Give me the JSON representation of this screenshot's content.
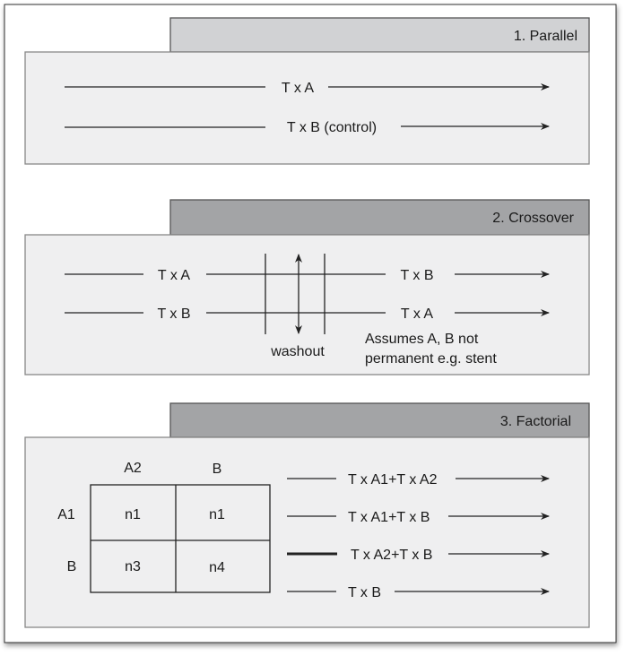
{
  "colors": {
    "header_light": "#d1d2d4",
    "header_dark": "#a3a4a6",
    "panel": "#efeff0",
    "line": "#222222"
  },
  "parallel": {
    "title": "1. Parallel",
    "rows": [
      "T x A",
      "T x B (control)"
    ]
  },
  "crossover": {
    "title": "2. Crossover",
    "rows": [
      {
        "first": "T x A",
        "second": "T x B"
      },
      {
        "first": "T x B",
        "second": "T x A"
      }
    ],
    "washout": "washout",
    "note_line1": "Assumes A, B not",
    "note_line2": "permanent e.g. stent"
  },
  "factorial": {
    "title": "3. Factorial",
    "col_headers": [
      "A2",
      "B"
    ],
    "row_headers": [
      "A1",
      "B"
    ],
    "cells": [
      [
        "n1",
        "n1"
      ],
      [
        "n3",
        "n4"
      ]
    ],
    "rows": [
      "T x A1+T x A2",
      "T x A1+T x B",
      "T x A2+T x B",
      "T x B"
    ]
  }
}
